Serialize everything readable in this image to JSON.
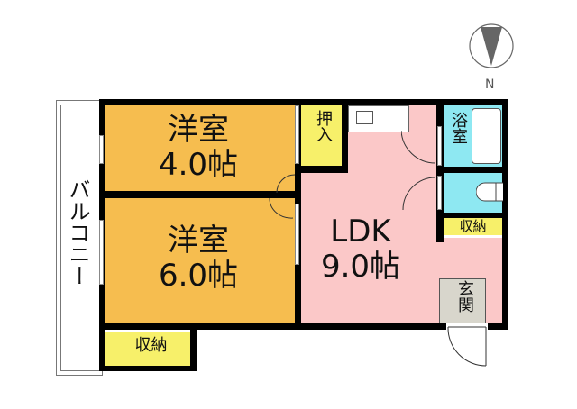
{
  "compass": {
    "label": "N",
    "icon": "north-arrow-icon"
  },
  "balcony": {
    "label": "バルコニー"
  },
  "rooms": {
    "western1": {
      "name": "洋室",
      "size": "4.0帖",
      "color": "#f6bd4f"
    },
    "western2": {
      "name": "洋室",
      "size": "6.0帖",
      "color": "#f6bd4f"
    },
    "oshiire": {
      "name": "押入",
      "color": "#f7f06a"
    },
    "storage_bottom": {
      "name": "収納",
      "color": "#f7f06a"
    },
    "storage_right": {
      "name": "収納",
      "color": "#f7f06a"
    },
    "ldk": {
      "name": "LDK",
      "size": "9.0帖",
      "color": "#fbc8c8"
    },
    "bath": {
      "name": "浴室",
      "color": "#8ee8f2"
    },
    "toilet": {
      "color": "#8ee8f2"
    },
    "entrance": {
      "name": "玄関",
      "color": "#d8d6cc"
    }
  }
}
